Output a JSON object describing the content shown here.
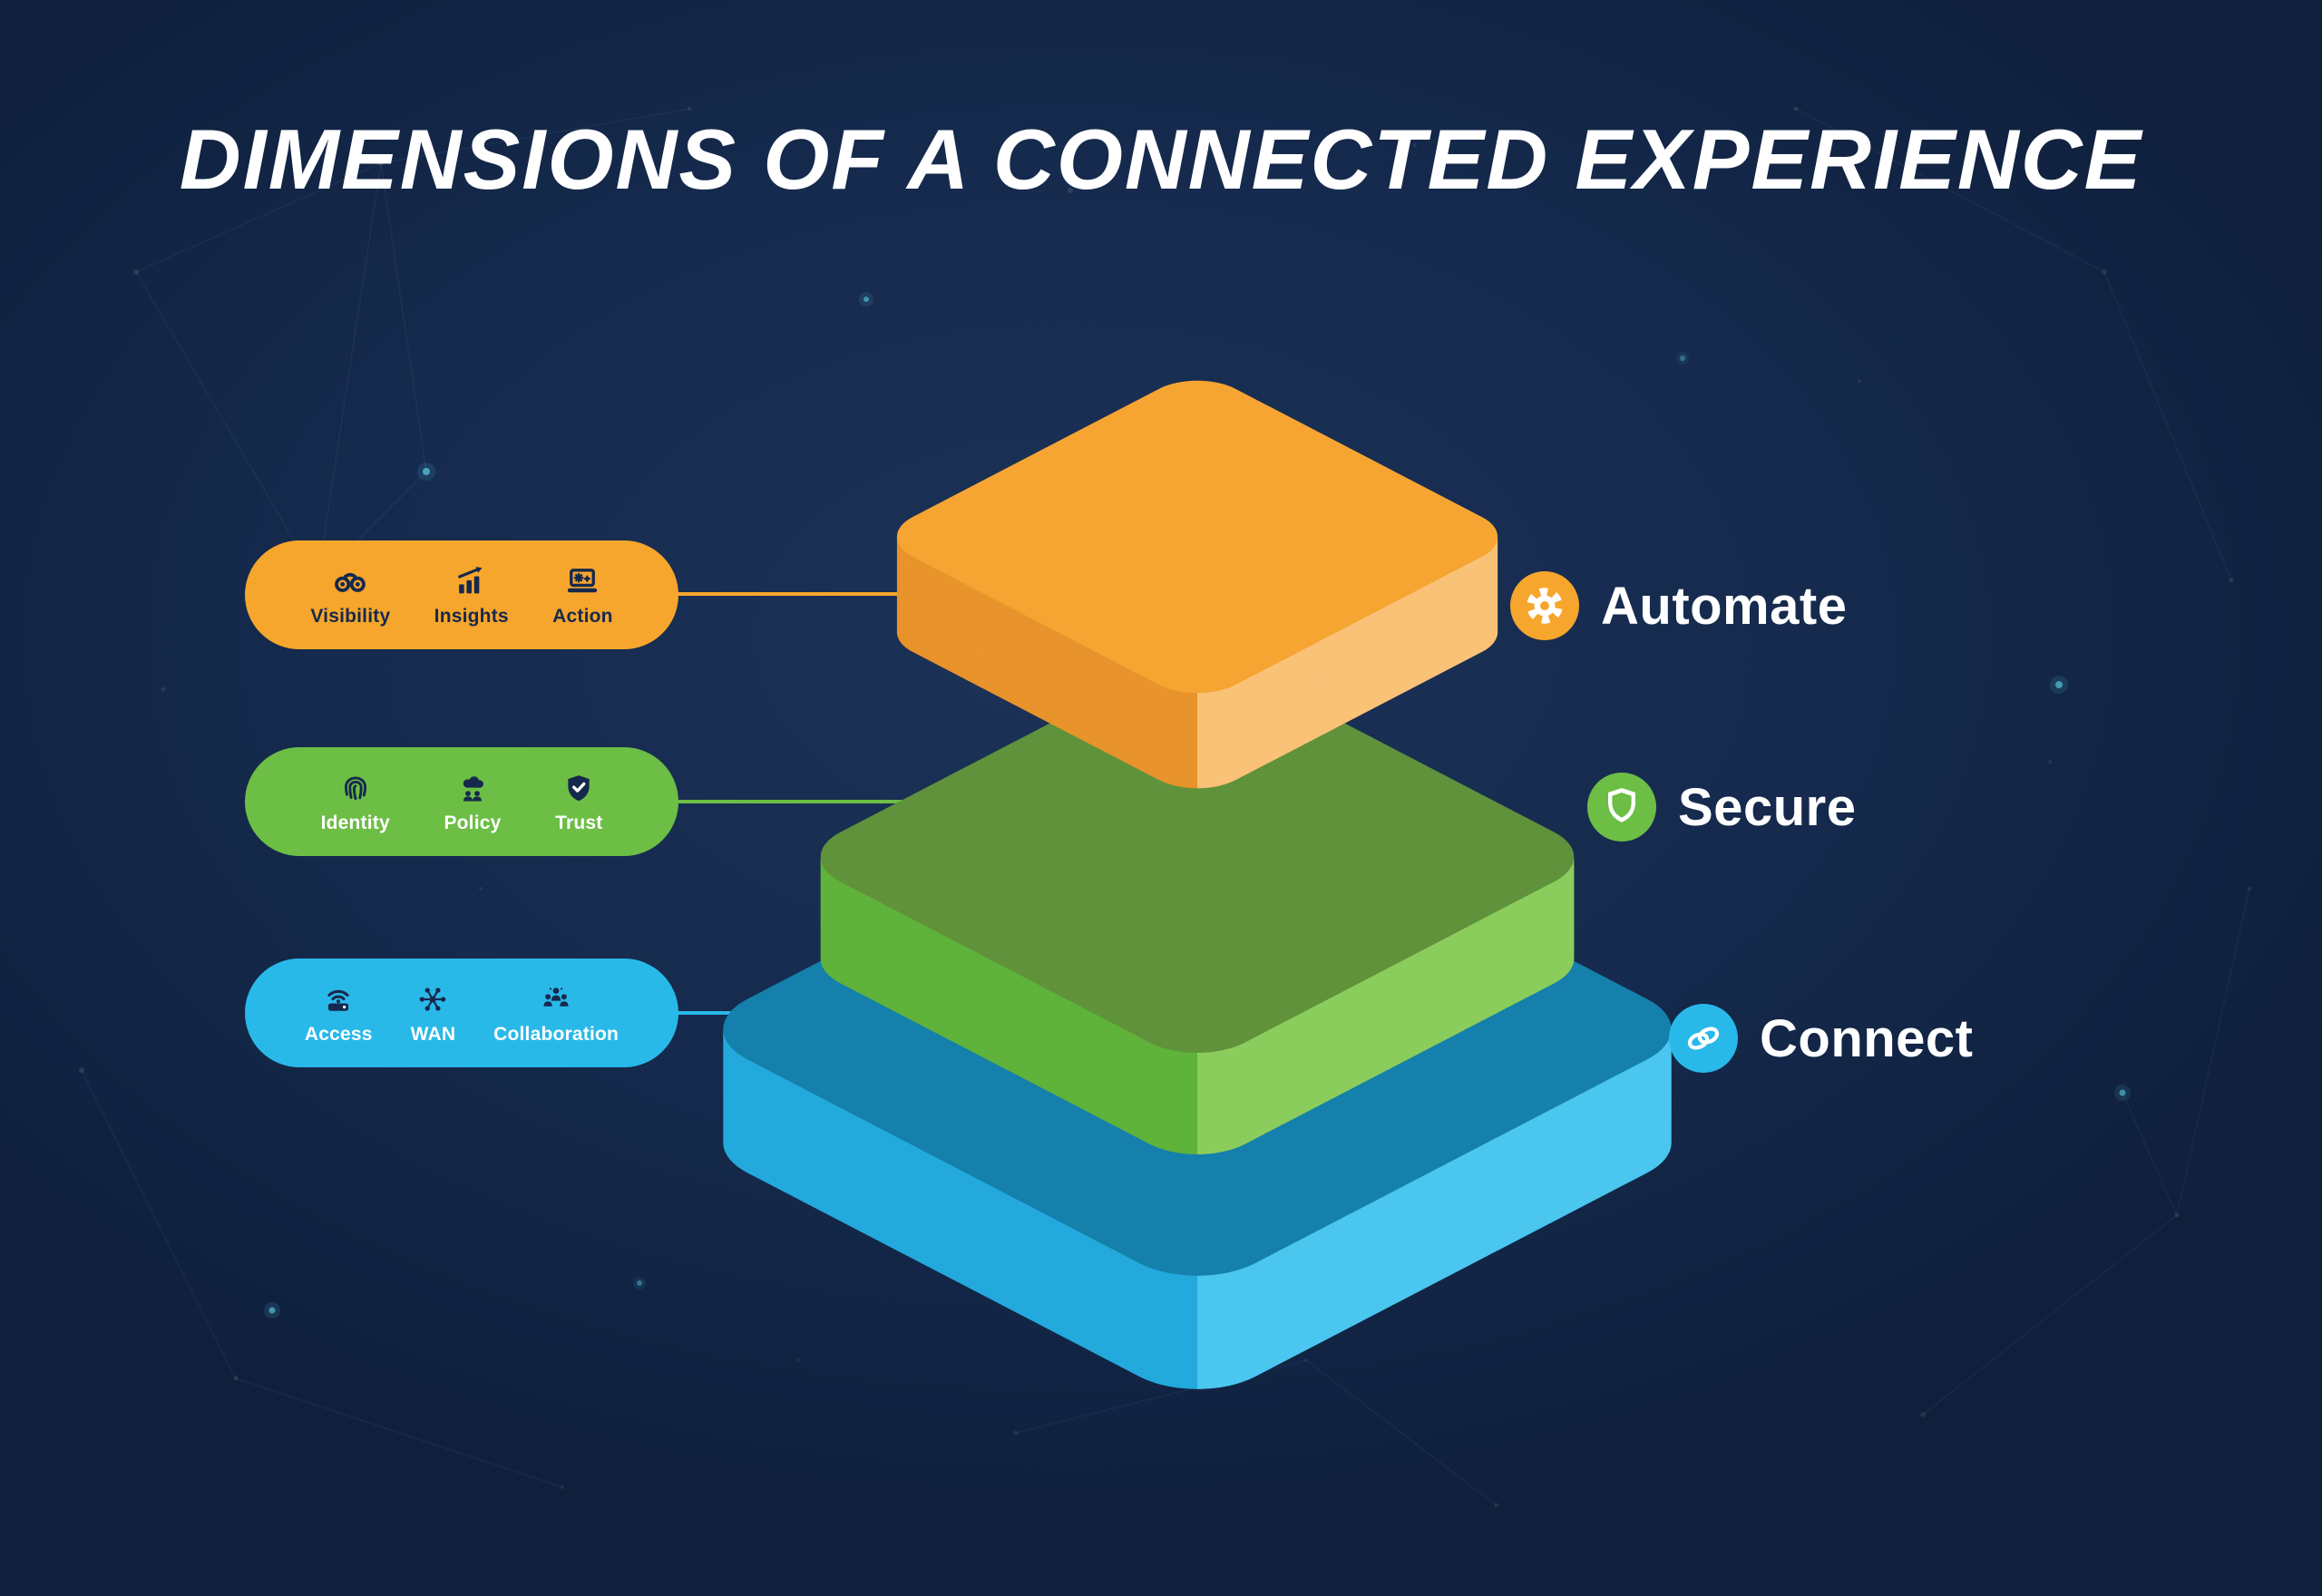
{
  "title": "DIMENSIONS OF A CONNECTED EXPERIENCE",
  "background_color": "#152A4D",
  "pill_icon_color": "#16294D",
  "badge_label_color": "#FFFFFF",
  "layers": [
    {
      "id": "automate",
      "badge": {
        "label": "Automate",
        "icon": "gear-icon"
      },
      "colors": {
        "pill": "#F6A62C",
        "top": "#F6A432",
        "side_left": "#E8932B",
        "side_right": "#F9C277",
        "label": "#16294D"
      },
      "pill_items": [
        {
          "icon": "binoculars-icon",
          "label": "Visibility"
        },
        {
          "icon": "insights-icon",
          "label": "Insights"
        },
        {
          "icon": "action-icon",
          "label": "Action"
        }
      ]
    },
    {
      "id": "secure",
      "badge": {
        "label": "Secure",
        "icon": "shield-icon"
      },
      "colors": {
        "pill": "#6CBE45",
        "top": "#5F923B",
        "side_left": "#5FB23A",
        "side_right": "#8BCD5C",
        "label": "#FFFFFF"
      },
      "pill_items": [
        {
          "icon": "fingerprint-icon",
          "label": "Identity"
        },
        {
          "icon": "policy-icon",
          "label": "Policy"
        },
        {
          "icon": "trust-shield-icon",
          "label": "Trust"
        }
      ]
    },
    {
      "id": "connect",
      "badge": {
        "label": "Connect",
        "icon": "link-icon"
      },
      "colors": {
        "pill": "#29B9E9",
        "top": "#1480AB",
        "side_left": "#23A9DC",
        "side_right": "#4AC6EF",
        "label": "#FFFFFF"
      },
      "pill_items": [
        {
          "icon": "access-icon",
          "label": "Access"
        },
        {
          "icon": "wan-icon",
          "label": "WAN"
        },
        {
          "icon": "collaboration-icon",
          "label": "Collaboration"
        }
      ]
    }
  ]
}
